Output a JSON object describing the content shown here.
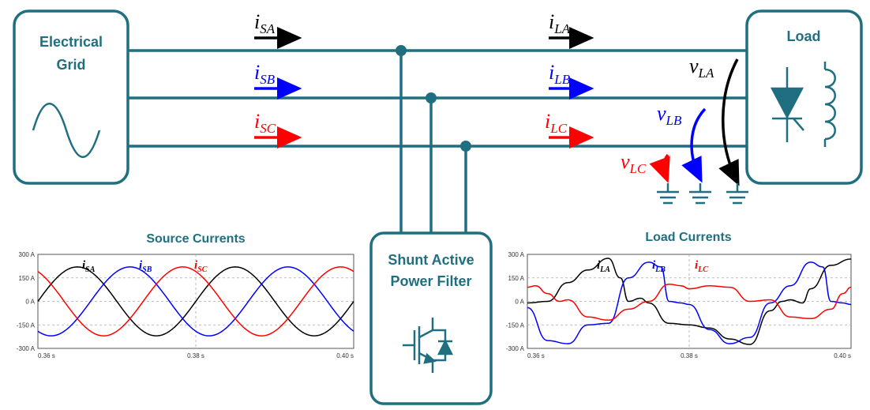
{
  "blocks": {
    "grid": [
      "Electrical",
      "Grid"
    ],
    "load": "Load",
    "filter": [
      "Shunt Active",
      "Power Filter"
    ]
  },
  "symbols": {
    "i_sa": {
      "base": "i",
      "sub": "SA"
    },
    "i_sb": {
      "base": "i",
      "sub": "SB"
    },
    "i_sc": {
      "base": "i",
      "sub": "SC"
    },
    "i_la": {
      "base": "i",
      "sub": "LA"
    },
    "i_lb": {
      "base": "i",
      "sub": "LB"
    },
    "i_lc": {
      "base": "i",
      "sub": "LC"
    },
    "v_la": {
      "base": "v",
      "sub": "LA"
    },
    "v_lb": {
      "base": "v",
      "sub": "LB"
    },
    "v_lc": {
      "base": "v",
      "sub": "LC"
    }
  },
  "colors": {
    "phase_a": "#000000",
    "phase_b": "#0000ff",
    "phase_c": "#ff0000",
    "accent": "#1f6f80"
  },
  "chart_data": [
    {
      "type": "line",
      "title": "Source Currents",
      "x_range": [
        0.36,
        0.4
      ],
      "x_ticks": [
        "0.36 s",
        "0.38 s",
        "0.40 s"
      ],
      "ylim": [
        -300,
        300
      ],
      "y_ticks": [
        "300 A",
        "150 A",
        "0 A",
        "-150 A",
        "-300 A"
      ],
      "grid": true,
      "series": [
        {
          "name": "iSA",
          "color": "#000000",
          "amplitude": 220,
          "frequency_hz": 50,
          "phase_deg": 0
        },
        {
          "name": "iSB",
          "color": "#0000ff",
          "amplitude": 220,
          "frequency_hz": 50,
          "phase_deg": -120
        },
        {
          "name": "iSC",
          "color": "#ff0000",
          "amplitude": 220,
          "frequency_hz": 50,
          "phase_deg": 120
        }
      ],
      "labels": [
        {
          "base": "i",
          "sub": "SA",
          "color": "#000000"
        },
        {
          "base": "i",
          "sub": "SB",
          "color": "#0000ff"
        },
        {
          "base": "i",
          "sub": "SC",
          "color": "#ff0000"
        }
      ]
    },
    {
      "type": "line",
      "title": "Load Currents",
      "x_range": [
        0.36,
        0.4
      ],
      "x_ticks": [
        "0.36 s",
        "0.38 s",
        "0.40 s"
      ],
      "ylim": [
        -300,
        300
      ],
      "y_ticks": [
        "300 A",
        "150 A",
        "0 A",
        "-150 A",
        "-300 A"
      ],
      "grid": true,
      "series": [
        {
          "name": "iLA",
          "color": "#000000",
          "x": [
            0.36,
            0.3625,
            0.365,
            0.3675,
            0.37,
            0.3715,
            0.3725,
            0.374,
            0.375,
            0.3775,
            0.38,
            0.3825,
            0.385,
            0.3875,
            0.39,
            0.3915,
            0.3925,
            0.394,
            0.395,
            0.3975,
            0.4
          ],
          "y": [
            -10,
            0,
            120,
            200,
            275,
            150,
            0,
            20,
            -10,
            -140,
            -150,
            -170,
            -240,
            -275,
            -60,
            0,
            10,
            -10,
            80,
            230,
            270
          ]
        },
        {
          "name": "iLB",
          "color": "#0000ff",
          "x": [
            0.36,
            0.3625,
            0.365,
            0.3675,
            0.37,
            0.3725,
            0.375,
            0.3765,
            0.3775,
            0.379,
            0.38,
            0.3825,
            0.385,
            0.3875,
            0.39,
            0.3925,
            0.395,
            0.3965,
            0.3975,
            0.399,
            0.4
          ],
          "y": [
            -40,
            -250,
            -270,
            -150,
            -140,
            150,
            250,
            220,
            0,
            -10,
            -20,
            -180,
            -270,
            -230,
            -10,
            100,
            250,
            220,
            0,
            -10,
            -20
          ]
        },
        {
          "name": "iLC",
          "color": "#ff0000",
          "x": [
            0.36,
            0.361,
            0.3625,
            0.364,
            0.365,
            0.3675,
            0.37,
            0.3725,
            0.375,
            0.3775,
            0.379,
            0.38,
            0.3825,
            0.385,
            0.3875,
            0.39,
            0.3925,
            0.395,
            0.3975,
            0.399,
            0.4
          ],
          "y": [
            90,
            100,
            50,
            0,
            10,
            -100,
            -120,
            -50,
            0,
            110,
            100,
            80,
            100,
            90,
            0,
            10,
            -100,
            -110,
            -50,
            50,
            90
          ]
        }
      ],
      "labels": [
        {
          "base": "i",
          "sub": "LA",
          "color": "#000000"
        },
        {
          "base": "i",
          "sub": "LB",
          "color": "#0000ff"
        },
        {
          "base": "i",
          "sub": "LC",
          "color": "#ff0000"
        }
      ]
    }
  ]
}
